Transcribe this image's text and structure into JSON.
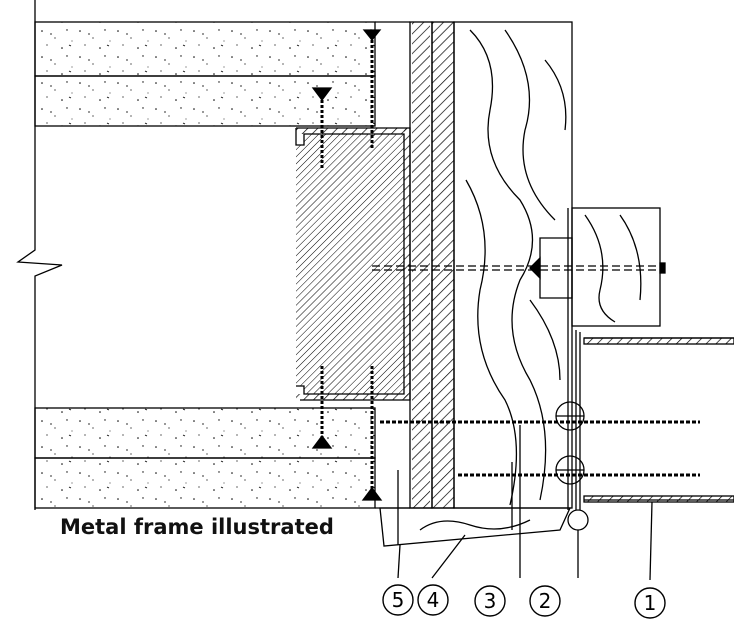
{
  "caption": "Metal frame illustrated",
  "callouts": [
    {
      "id": "5",
      "label": "5"
    },
    {
      "id": "4",
      "label": "4"
    },
    {
      "id": "3",
      "label": "3"
    },
    {
      "id": "2",
      "label": "2"
    },
    {
      "id": "1",
      "label": "1"
    }
  ],
  "colors": {
    "line": "#000000",
    "background": "#ffffff"
  }
}
